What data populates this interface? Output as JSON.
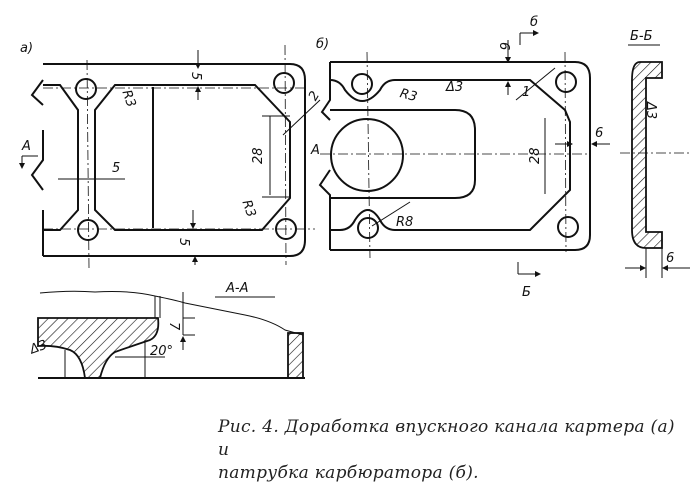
{
  "figure": {
    "view_a": {
      "label": "а)",
      "section_mark": "А",
      "dims": {
        "top_gap": "5",
        "bottom_gap": "5",
        "bridge": "5",
        "height": "28",
        "radius_left": "R3",
        "radius_right": "R3",
        "chamfer": "2"
      }
    },
    "view_b": {
      "label": "б)",
      "section_mark": "А",
      "section_b_top": "б",
      "section_b_bottom": "Б",
      "dims": {
        "top_gap": "6",
        "wall": "Δ3",
        "radius": "R3",
        "height": "28",
        "side": "6",
        "hole_radius": "R8",
        "chamfer": "1"
      }
    },
    "section_bb": {
      "title": "Б-Б",
      "wall": "Δ3",
      "width": "6"
    },
    "section_aa": {
      "title": "А-А",
      "wall": "Δ3",
      "angle": "20°",
      "depth": "7"
    }
  },
  "caption": {
    "line1": "Рис. 4.  Доработка  впускного  канала  картера  (а)  и",
    "line2": "патрубка  карбюратора  (б)."
  }
}
